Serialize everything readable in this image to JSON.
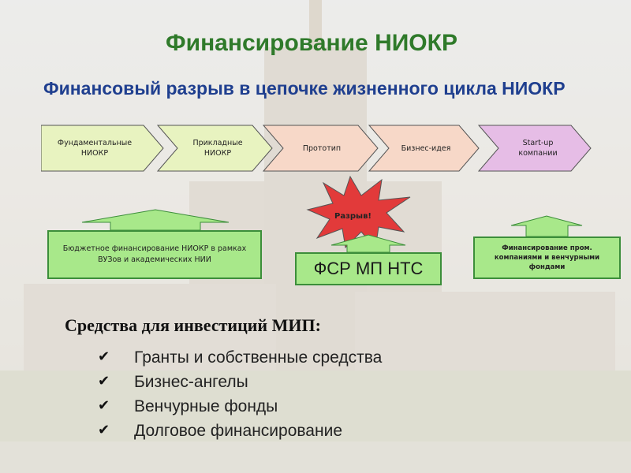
{
  "slide": {
    "title": "Финансирование НИОКР",
    "subtitle": "Финансовый разрыв в цепочке жизненного цикла НИОКР"
  },
  "chain": {
    "steps": [
      {
        "label": "Фундаментальные НИОКР",
        "color": "#e8f3c0"
      },
      {
        "label": "Прикладные НИОКР",
        "color": "#e8f3c0"
      },
      {
        "label": "Прототип",
        "color": "#f7d8c8"
      },
      {
        "label": "Бизнес-идея",
        "color": "#f7d8c8"
      },
      {
        "label": "Start-up компании",
        "color": "#e6bde6"
      }
    ]
  },
  "gap": {
    "label": "Разрыв!",
    "color": "#e23a3a"
  },
  "funding": {
    "budget": "Бюджетное финансирование НИОКР в рамках ВУЗов и академических НИИ",
    "fsr": "ФСР МП НТС",
    "private": "Финансирование пром. компаниями и венчурными фондами",
    "box_color": "#a8e88a"
  },
  "investment": {
    "heading": "Средства для инвестиций МИП:",
    "bullet_icon": "✔",
    "items": [
      "Гранты и собственные средства",
      "Бизнес-ангелы",
      "Венчурные фонды",
      "Долговое финансирование"
    ]
  }
}
